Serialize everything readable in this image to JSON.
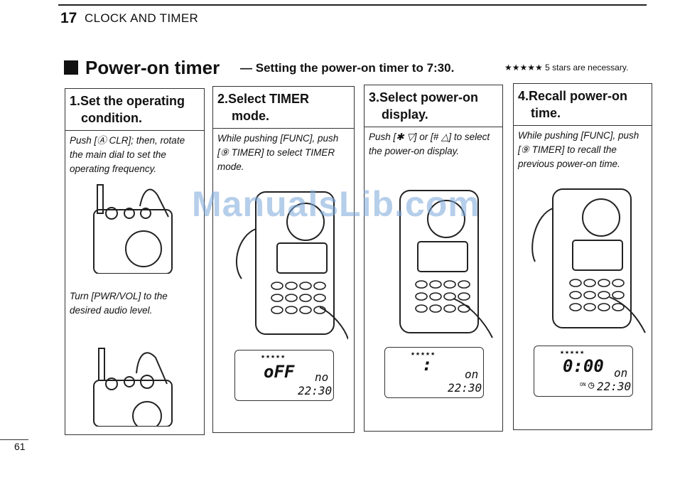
{
  "header": {
    "chapter_number": "17",
    "chapter_title": "CLOCK AND TIMER"
  },
  "section": {
    "title": "Power-on timer",
    "dash": "—",
    "subtitle": "Setting the power-on timer to 7:30.",
    "stars_note": "★★★★★ 5 stars are necessary."
  },
  "steps": [
    {
      "title_line1": "1.Set the operating",
      "title_line2": "condition.",
      "instruction": "Push [Ⓐ CLR]; then, rotate the main dial to set the operating frequency.",
      "instruction2": "Turn [PWR/VOL] to the desired audio level."
    },
    {
      "title_line1": "2.Select TIMER",
      "title_line2": "mode.",
      "instruction": "While pushing [FUNC], push [⑨ TIMER] to select TIMER mode.",
      "lcd": {
        "stars": "★★★★★",
        "main": "oFF",
        "right": "no",
        "time": "22:30"
      }
    },
    {
      "title_line1": "3.Select power-on",
      "title_line2": "display.",
      "instruction": "Push [✱ ▽] or [# △] to select the power-on display.",
      "lcd": {
        "stars": "★★★★★",
        "main": ":",
        "right": "on",
        "time": "22:30"
      }
    },
    {
      "title_line1": "4.Recall power-on",
      "title_line2": "time.",
      "instruction": "While pushing [FUNC], push [⑨ TIMER] to recall the previous power-on time.",
      "lcd": {
        "stars": "★★★★★",
        "main": "0:00",
        "right": "on",
        "time": "22:30",
        "indicator": "ON"
      }
    }
  ],
  "watermark": "ManualsLib.com",
  "page_number": "61"
}
